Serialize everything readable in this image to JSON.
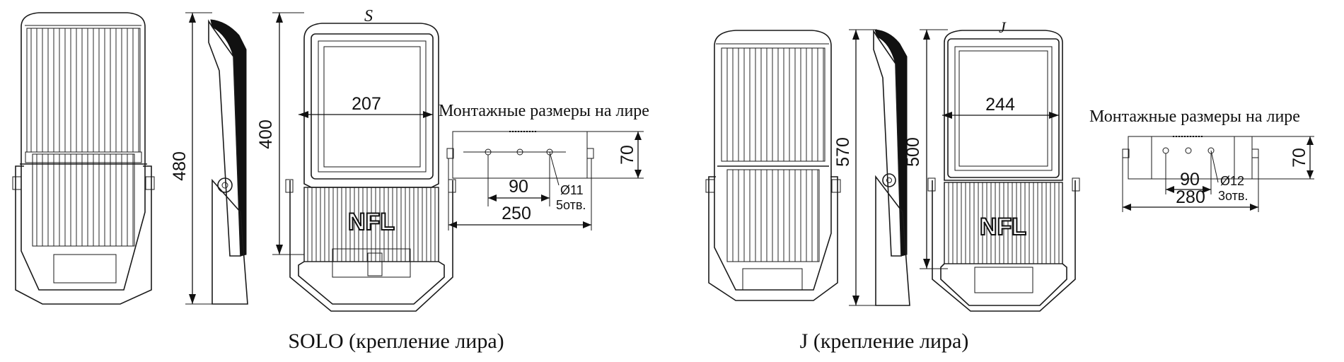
{
  "models": [
    {
      "caption": "SOLO (крепление лира)",
      "dims": {
        "height_side": "480",
        "height_front": "400",
        "glass_width": "207"
      },
      "brand_mark": "S",
      "logo": "NFL",
      "mount": {
        "title": "Монтажные размеры на лире",
        "height": "70",
        "spacing": "90",
        "width": "250",
        "hole": "Ø11",
        "holes_count": "5отв."
      }
    },
    {
      "caption": "J (крепление лира)",
      "dims": {
        "height_side": "570",
        "height_front": "500",
        "glass_width": "244"
      },
      "brand_mark": "J",
      "logo": "NFL",
      "mount": {
        "title": "Монтажные размеры на лире",
        "height": "70",
        "spacing": "90",
        "width": "280",
        "hole": "Ø12",
        "holes_count": "3отв."
      }
    }
  ]
}
